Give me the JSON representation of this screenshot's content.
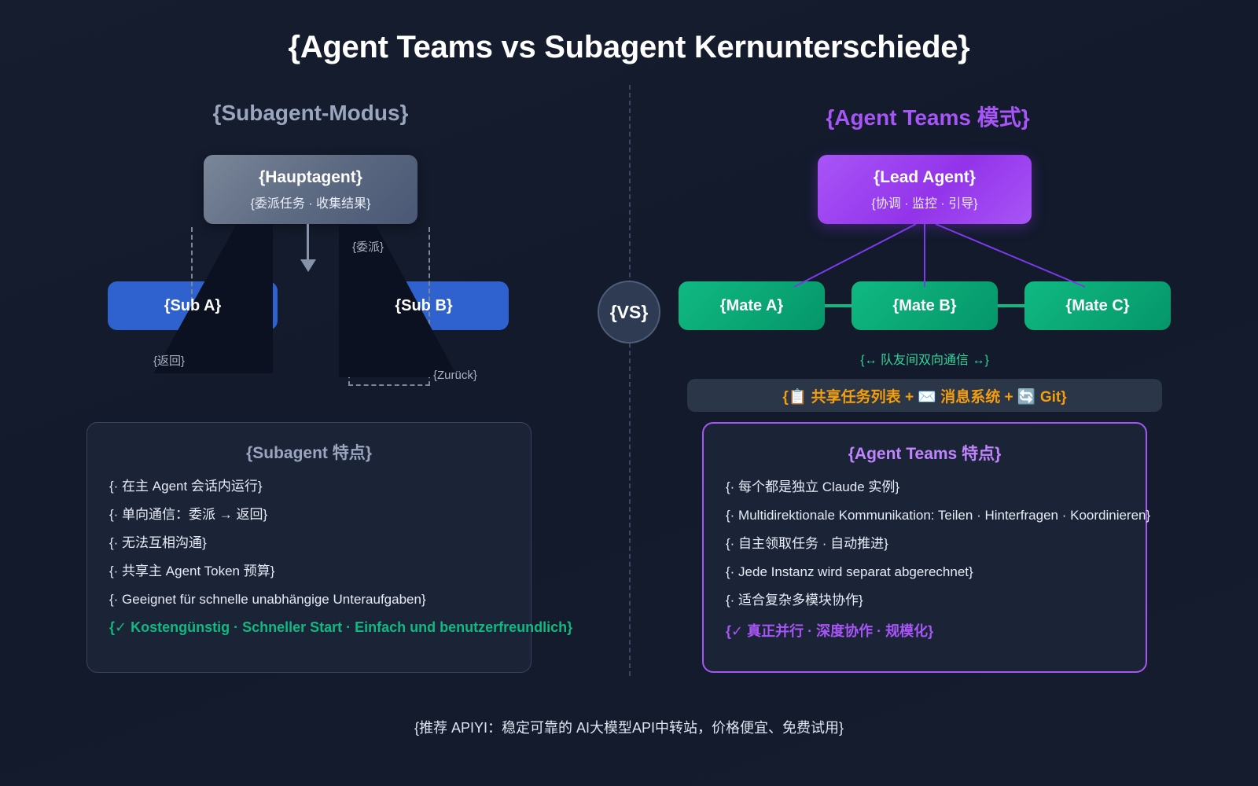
{
  "title": "{Agent Teams vs Subagent Kernunterschiede}",
  "divider": {
    "vs_label": "{VS}"
  },
  "left": {
    "heading": "{Subagent-Modus}",
    "main_agent": {
      "title": "{Hauptagent}",
      "subtitle": "{委派任务 · 收集结果}"
    },
    "nodes": [
      {
        "label": "{Sub A}"
      },
      {
        "label": "{Sub B}"
      }
    ],
    "edge_labels": {
      "delegate": "{委派}",
      "return_cn": "{返回}",
      "return_de": "{Zurück}"
    },
    "panel": {
      "title": "{Subagent 特点}",
      "features": [
        "{· 在主 Agent 会话内运行}",
        "{· 单向通信：委派 → 返回}",
        "{· 无法互相沟通}",
        "{· 共享主 Agent Token 预算}",
        "{· Geeignet für schnelle unabhängige Unteraufgaben}"
      ],
      "summary": "{✓ Kostengünstig · Schneller Start · Einfach und benutzerfreundlich}"
    }
  },
  "right": {
    "heading": "{Agent Teams 模式}",
    "lead_agent": {
      "title": "{Lead Agent}",
      "subtitle": "{协调 · 监控 · 引导}"
    },
    "nodes": [
      {
        "label": "{Mate A}"
      },
      {
        "label": "{Mate B}"
      },
      {
        "label": "{Mate C}"
      }
    ],
    "bidirectional_label": "{↔ 队友间双向通信 ↔}",
    "tools_bar": "{📋 共享任务列表 + ✉️ 消息系统 + 🔄 Git}",
    "panel": {
      "title": "{Agent Teams 特点}",
      "features": [
        "{· 每个都是独立 Claude 实例}",
        "{· Multidirektionale Kommunikation: Teilen · Hinterfragen · Koordinieren}",
        "{· 自主领取任务 · 自动推进}",
        "{· Jede Instanz wird separat abgerechnet}",
        "{· 适合复杂多模块协作}"
      ],
      "summary": "{✓ 真正并行 · 深度协作 · 规模化}"
    }
  },
  "footer": "{推荐 APIYI：稳定可靠的 AI大模型API中转站，价格便宜、免费试用}",
  "colors": {
    "background": "#141c2e",
    "accent_purple": "#a855f7",
    "accent_green": "#10b981",
    "accent_blue": "#2f62cf",
    "accent_orange": "#f59e0b",
    "muted": "#9aa6bd"
  }
}
